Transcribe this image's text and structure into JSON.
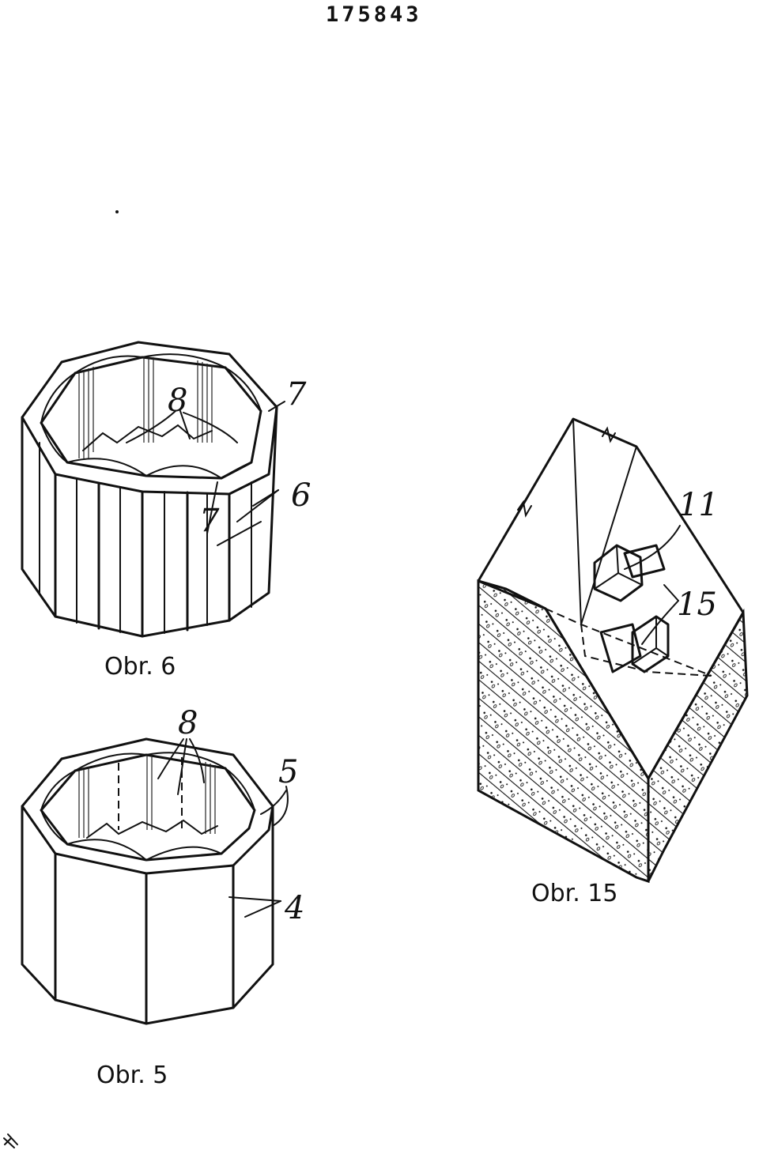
{
  "patent_number": "175843",
  "figures": [
    {
      "id": "fig6",
      "label": "Obr. 6",
      "callouts": [
        "8",
        "7",
        "6",
        "7"
      ]
    },
    {
      "id": "fig5",
      "label": "Obr. 5",
      "callouts": [
        "8",
        "5",
        "4"
      ]
    },
    {
      "id": "fig15",
      "label": "Obr. 15",
      "callouts": [
        "11",
        "15"
      ]
    }
  ]
}
